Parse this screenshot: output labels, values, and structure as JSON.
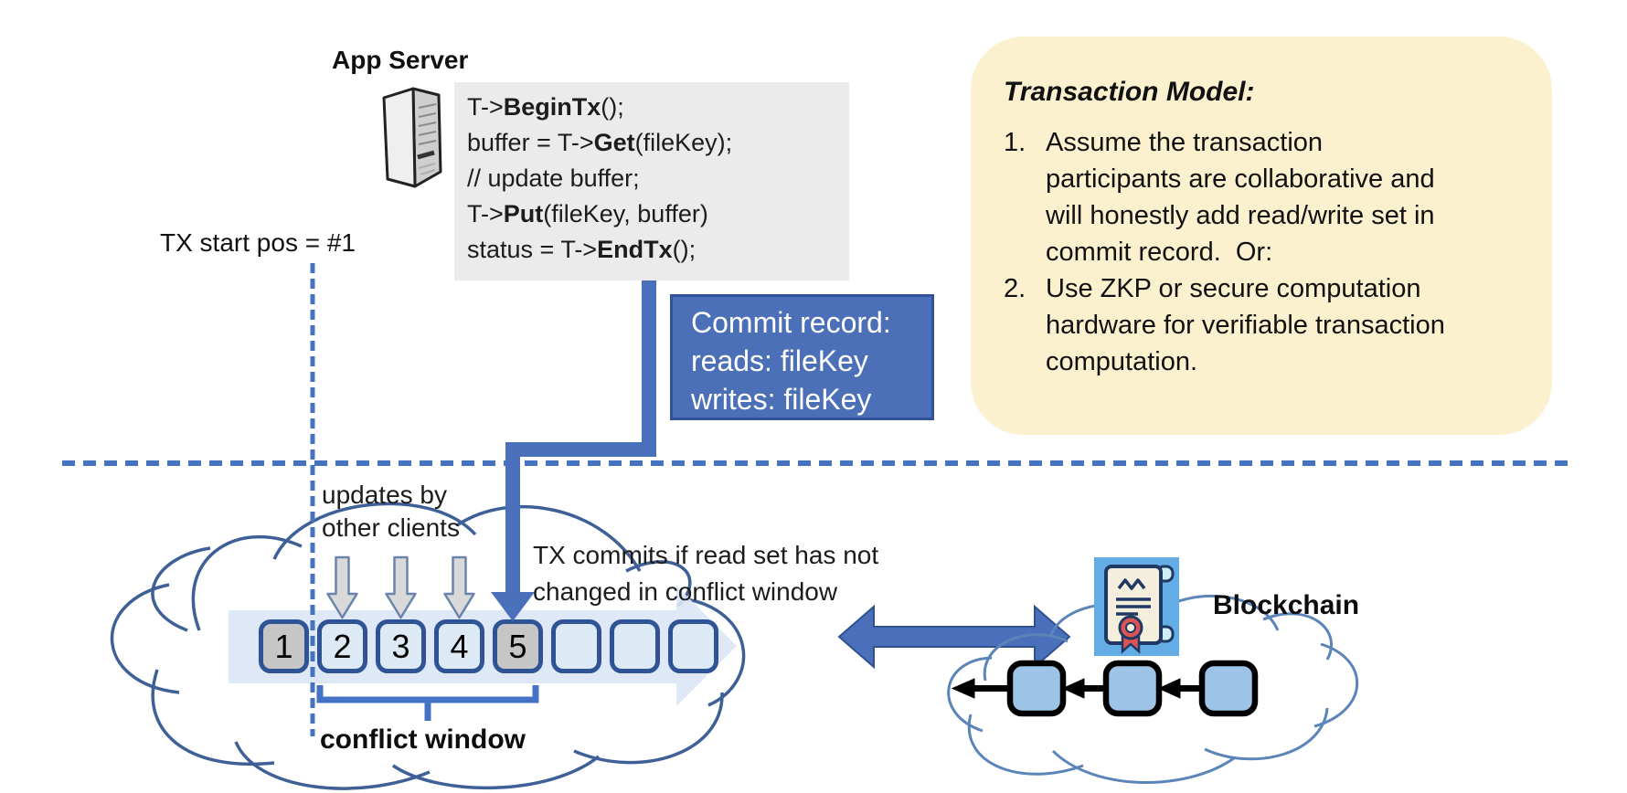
{
  "header": {
    "app_server_label": "App Server"
  },
  "code_box": {
    "lines": [
      {
        "pre": "T->",
        "bold": "BeginTx",
        "post": "();"
      },
      {
        "pre": "buffer = T->",
        "bold": "Get",
        "post": "(fileKey);"
      },
      {
        "pre": "// update buffer;",
        "bold": "",
        "post": ""
      },
      {
        "pre": "T->",
        "bold": "Put",
        "post": "(fileKey, buffer)"
      },
      {
        "pre": "status = T->",
        "bold": "EndTx",
        "post": "();"
      }
    ]
  },
  "labels": {
    "tx_start": "TX start pos = #1",
    "updates": [
      "updates by",
      "other clients"
    ],
    "tx_commits": [
      "TX commits if read set has not",
      "changed in conflict window"
    ],
    "conflict_window": "conflict window",
    "blockchain": "Blockchain"
  },
  "commit_record": {
    "lines": [
      "Commit record:",
      "reads: fileKey",
      "writes: fileKey"
    ]
  },
  "transaction_model": {
    "title": "Transaction Model:",
    "items": [
      {
        "num": "1.",
        "text": "Assume the transaction participants are collaborative and will honestly add read/write set in commit record.  Or:"
      },
      {
        "num": "2.",
        "text": "Use ZKP or secure computation hardware for verifiable transaction computation."
      }
    ]
  },
  "timeline": {
    "blocks": [
      {
        "label": "1",
        "variant": "gray"
      },
      {
        "label": "2",
        "variant": "light"
      },
      {
        "label": "3",
        "variant": "light"
      },
      {
        "label": "4",
        "variant": "light"
      },
      {
        "label": "5",
        "variant": "gray"
      },
      {
        "label": "",
        "variant": "light"
      },
      {
        "label": "",
        "variant": "light"
      },
      {
        "label": "",
        "variant": "light"
      }
    ]
  },
  "icons": {
    "server": "server-tower-icon",
    "certificate": "certificate-scroll-icon",
    "update_arrows": "gray-down-arrow-icon",
    "commit_arrow": "commit-elbow-arrow-icon",
    "sync_arrow": "double-headed-arrow-icon",
    "chain_pointer": "chain-prev-pointer-arrow-icon",
    "timeline_band": "timeline-band-arrow-icon"
  },
  "colors": {
    "accent_blue": "#4472C4",
    "arrow_blue": "#4A70BC",
    "dark_border": "#2F528F",
    "commit_bg": "#4C70B8",
    "commit_border": "#33519B",
    "code_bg": "#EBEBEB",
    "note_bg": "#FBF1CE",
    "cloud_stroke": "#3E6096",
    "chain_cloud_stroke": "#5B84B8",
    "band_fill": "#DBE6F6",
    "block_light": "#DEE9F6",
    "block_gray": "#C6C6C6",
    "block_border": "#2F5496",
    "chain_block_fill": "#9DC3E6",
    "cert_bg": "#63ACE5",
    "cert_paper": "#F4EFDC",
    "cert_navy": "#1F3864",
    "cert_red": "#DD5454",
    "gray_arrow_fill": "#D9D9D9"
  }
}
